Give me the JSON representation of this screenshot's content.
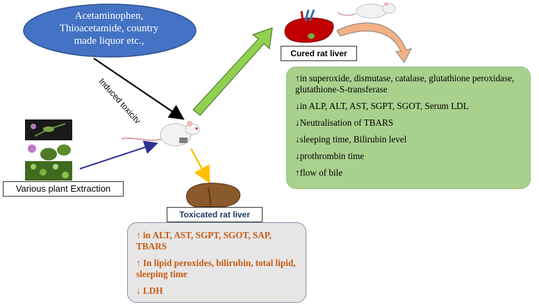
{
  "toxins": {
    "line1": "Acetaminophen,",
    "line2": "Thioacetamide, country",
    "line3": "made liquor etc.,"
  },
  "arrow_label": "Induced toxicitv",
  "plant_label": "Various plant Extraction",
  "cured_label": "Cured rat liver",
  "toxicated_label": "Toxicated rat liver",
  "cured_effects": [
    "↑in superoxide, dismutase, catalase, glutathione peroxidase, glutathione-S-transferase",
    "↓in ALP, ALT, AST, SGPT, SGOT, Serum LDL",
    "↓Neutralisation of TBARS",
    "↓sleeping time, Bilirubin level",
    "↓prothrombin time",
    "↑flow of bile"
  ],
  "toxic_effects": [
    "↑ in ALT, AST, SGPT, SGOT, SAP, TBARS",
    "↑ In lipid peroxides, bilirubin, total lipid, sleeping time",
    "↓ LDH"
  ],
  "colors": {
    "toxin_ellipse": "#4472c4",
    "green_box": "#a9d18e",
    "green_arrow": "#70ad47",
    "gray_box": "#e7e6e6",
    "toxic_text": "#c55a11",
    "yellow_arrow": "#ffc000",
    "plant_arrow": "#2e3192",
    "curved_arrow": "#f4b183"
  }
}
